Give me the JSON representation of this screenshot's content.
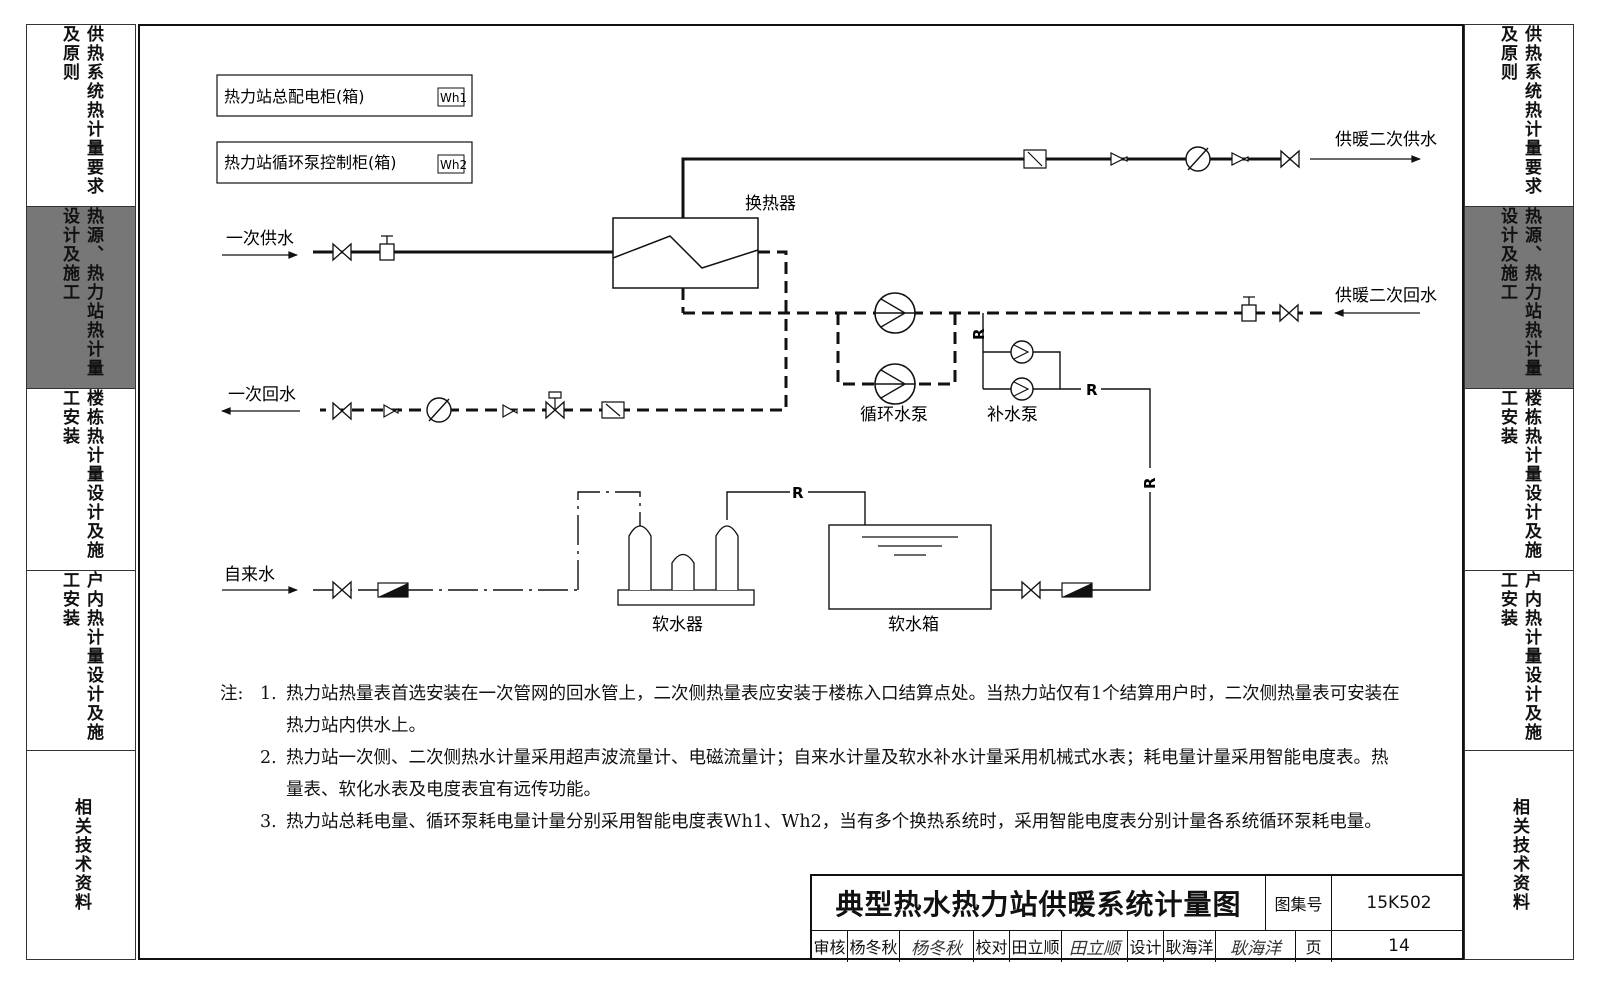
{
  "sidebar": {
    "tabs": [
      {
        "label": "供热系统热计量要求及原则",
        "active": false
      },
      {
        "label": "热源、热力站热计量设计及施工",
        "active": true
      },
      {
        "label": "楼栋热计量设计及施工安装",
        "active": false
      },
      {
        "label": "户内热计量设计及施工安装",
        "active": false
      },
      {
        "label": "相关技术资料",
        "active": false
      }
    ]
  },
  "diagram": {
    "legend": {
      "panel_main": "热力站总配电柜(箱)",
      "panel_main_tag": "Wh1",
      "panel_pump": "热力站循环泵控制柜(箱)",
      "panel_pump_tag": "Wh2"
    },
    "labels": {
      "heat_exchanger": "换热器",
      "primary_supply": "一次供水",
      "primary_return": "一次回水",
      "secondary_supply": "供暖二次供水",
      "secondary_return": "供暖二次回水",
      "circ_pump": "循环水泵",
      "makeup_pump": "补水泵",
      "tap_water": "自来水",
      "softener": "软水器",
      "soft_tank": "软水箱",
      "r_mark": "R"
    }
  },
  "notes": {
    "lead": "注:",
    "items": [
      {
        "num": "1.",
        "text": "热力站热量表首选安装在一次管网的回水管上，二次侧热量表应安装于楼栋入口结算点处。当热力站仅有1个结算用户时，二次侧热量表可安装在热力站内供水上。"
      },
      {
        "num": "2.",
        "text": "热力站一次侧、二次侧热水计量采用超声波流量计、电磁流量计；自来水计量及软水补水计量采用机械式水表；耗电量计量采用智能电度表。热量表、软化水表及电度表宜有远传功能。"
      },
      {
        "num": "3.",
        "text": "热力站总耗电量、循环泵耗电量计量分别采用智能电度表Wh1、Wh2，当有多个换热系统时，采用智能电度表分别计量各系统循环泵耗电量。"
      }
    ]
  },
  "title_block": {
    "title": "典型热水热力站供暖系统计量图",
    "atlas_label": "图集号",
    "atlas_no": "15K502",
    "review_label": "审核",
    "reviewer": "杨冬秋",
    "reviewer_sig": "杨冬秋",
    "check_label": "校对",
    "checker": "田立顺",
    "checker_sig": "田立顺",
    "design_label": "设计",
    "designer": "耿海洋",
    "designer_sig": "耿海洋",
    "page_label": "页",
    "page_no": "14"
  }
}
